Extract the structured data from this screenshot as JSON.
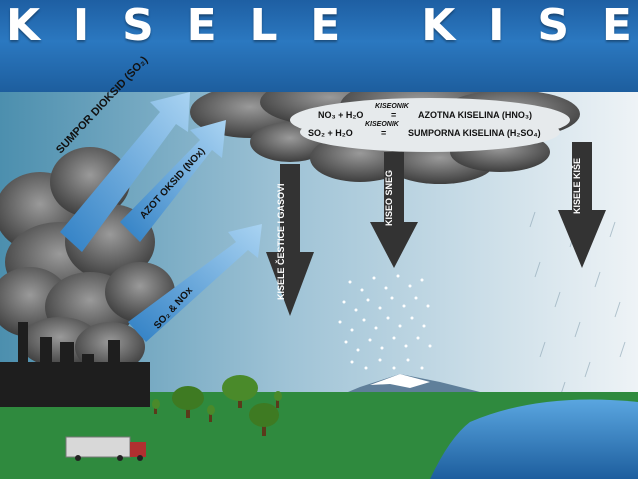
{
  "title": "KISELE KISE",
  "labels": {
    "sulfur_dioxide": "SUMPOR DIOKSID (SO₂)",
    "nitrogen_oxide": "AZOT OKSID (NOx)",
    "so2_nox": "SO₂ & NOx",
    "acid_particles": "KISELE ČESTICE I GASOVI",
    "acid_snow": "KISEO SNEG",
    "acid_rain": "KISELE KIŠE"
  },
  "equations": {
    "eq1_left": "NO₃ + H₂O",
    "eq1_catalyst": "KISEONIK",
    "eq1_sign": "=",
    "eq1_right": "AZOTNA KISELINA (HNO₃)",
    "eq2_left": "SO₂ + H₂O",
    "eq2_catalyst": "KISEONIK",
    "eq2_sign": "=",
    "eq2_right": "SUMPORNA KISELINA (H₂SO₄)"
  },
  "colors": {
    "title_bg": "#2b78c0",
    "arrow_blue": "#5aa6e0",
    "arrow_dark": "#333333",
    "grass": "#2f8a3e",
    "water": "#2f7fc4"
  }
}
